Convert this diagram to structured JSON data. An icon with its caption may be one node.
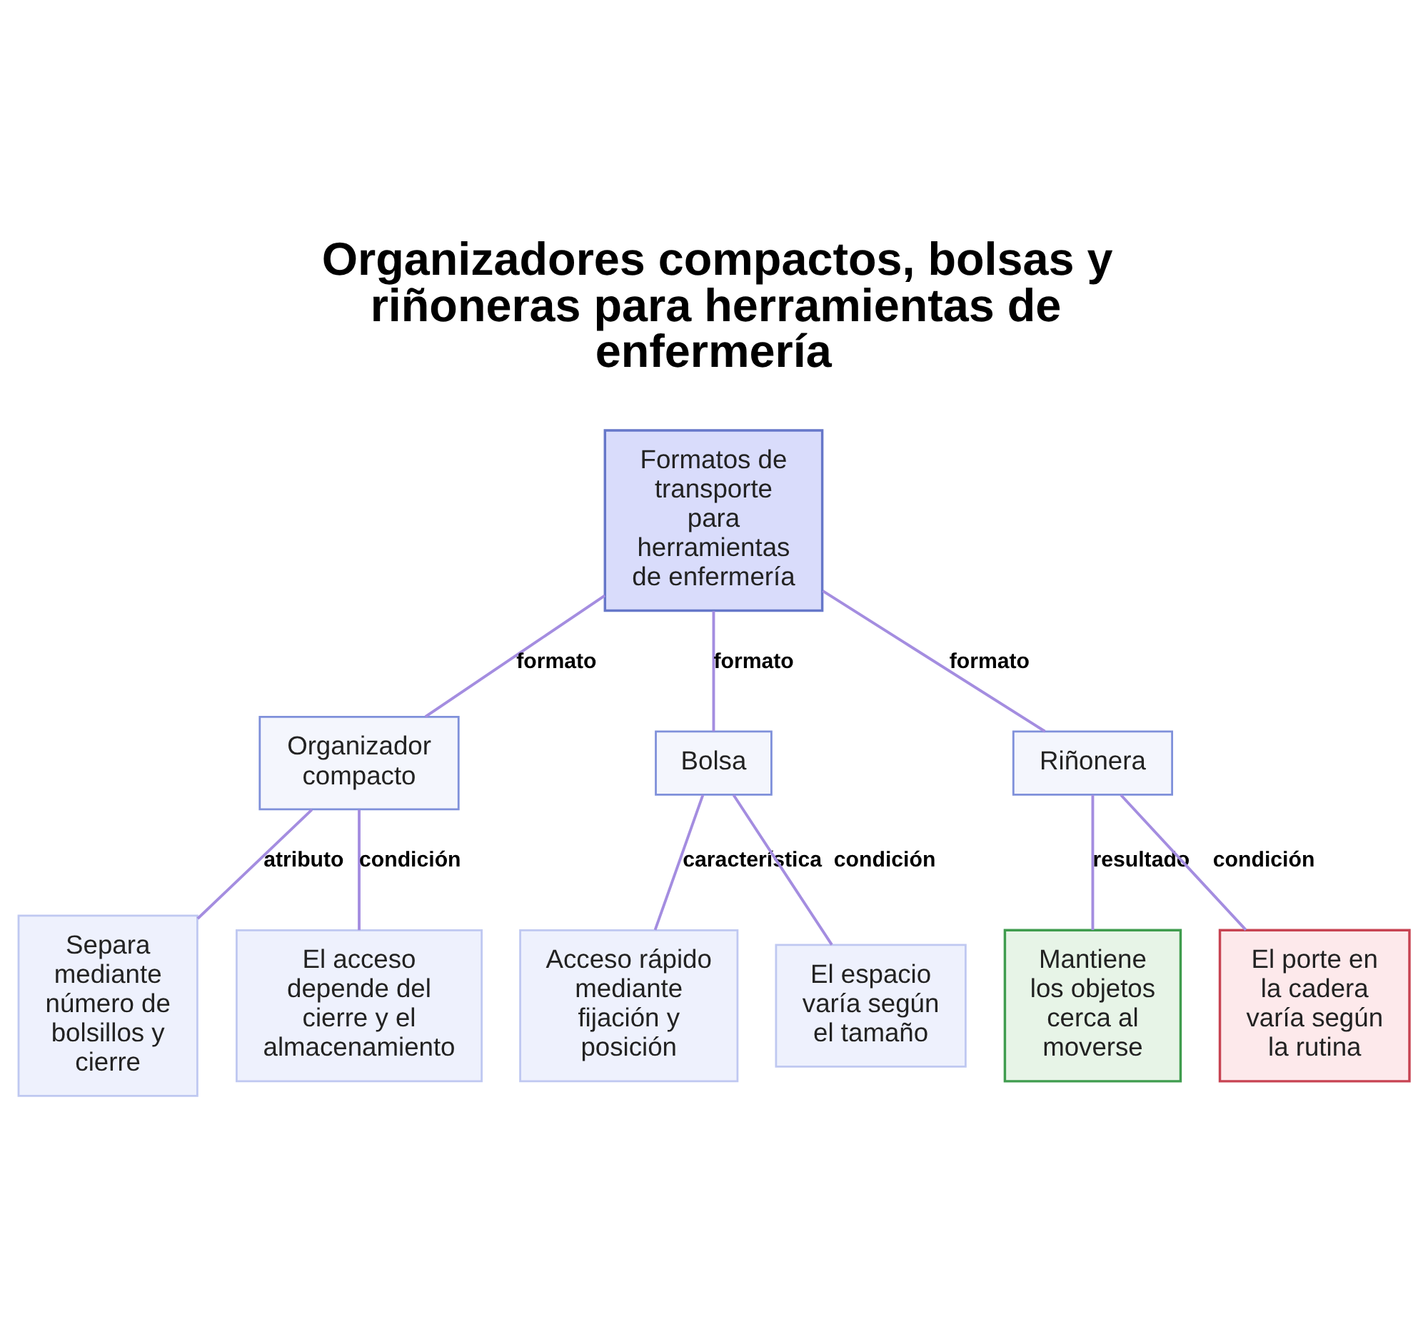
{
  "diagram": {
    "title": "Organizadores compactos, bolsas y riñoneras para herramientas de enfermería",
    "nodes": [
      {
        "text": [
          "Formatos de transporte para herramientas de enfermería"
        ]
      },
      {
        "text": [
          "Organizador compacto"
        ]
      },
      {
        "text": [
          "Bolsa"
        ]
      },
      {
        "text": [
          "Riñonera"
        ]
      },
      {
        "text": [
          "Separa mediante número de bolsillos y cierre"
        ]
      },
      {
        "text": [
          "El acceso depende del cierre y el almacenamiento"
        ]
      },
      {
        "text": [
          "Acceso rápido mediante fijación y posición"
        ]
      },
      {
        "text": [
          "El espacio varía según el tamaño"
        ]
      },
      {
        "text": [
          "Mantiene los objetos cerca al moverse"
        ]
      },
      {
        "text": [
          "El porte en la cadera varía según la rutina"
        ]
      }
    ],
    "edges": [
      {
        "from": 0,
        "to": 1,
        "arrow": "none",
        "label": "formato"
      },
      {
        "from": 0,
        "to": 2,
        "arrow": "none",
        "label": "formato"
      },
      {
        "from": 0,
        "to": 3,
        "arrow": "none",
        "label": "formato"
      },
      {
        "from": 1,
        "to": 4,
        "arrow": "none",
        "label": "atributo"
      },
      {
        "from": 1,
        "to": 5,
        "arrow": "none",
        "label": "condición"
      },
      {
        "from": 2,
        "to": 6,
        "arrow": "none",
        "label": "característica"
      },
      {
        "from": 2,
        "to": 7,
        "arrow": "none",
        "label": "condición"
      },
      {
        "from": 3,
        "to": 8,
        "arrow": "none",
        "label": "resultado"
      },
      {
        "from": 3,
        "to": 9,
        "arrow": "none",
        "label": "condición"
      }
    ]
  }
}
